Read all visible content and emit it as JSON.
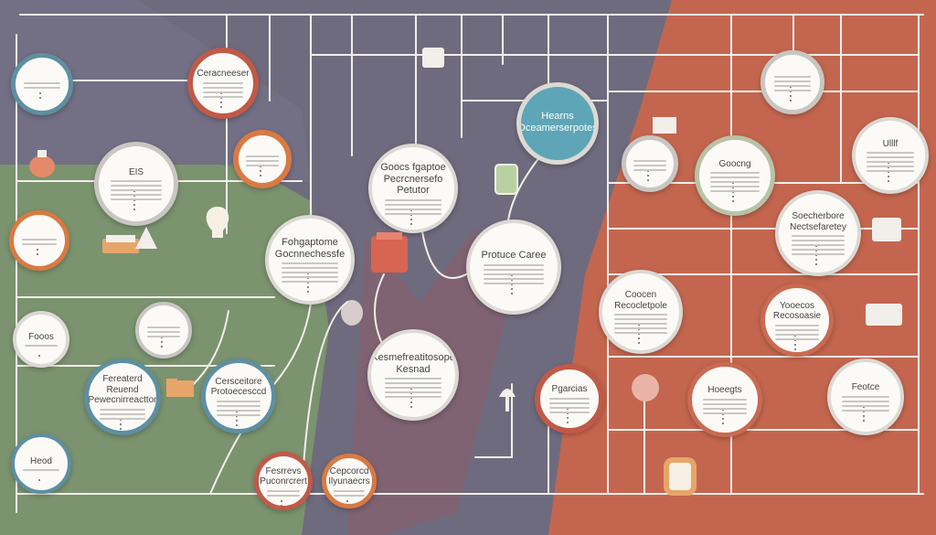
{
  "diagram": {
    "colors": {
      "purple_bg": "#6f6b7e",
      "green_region": "#7e9a6c",
      "orange_region": "#c4664f",
      "wire": "#f2efea",
      "ring_teal": "#5e8fa1",
      "ring_orange": "#d87a43",
      "ring_red": "#c05a48",
      "ring_grey": "#c9c6c2"
    },
    "nodes": {
      "n_top_left": "",
      "n_upper_left_orange": "Ceracneeser",
      "n_green_top": "EIS",
      "n_green_small": "",
      "n_orange_left": "",
      "n_main_left": "Fohgaptome Gocnnechessfe",
      "n_main_center": "Goocs fgaptoe Pecrcnersefo Petutor",
      "n_teal_center": "Hearns Oceamerserpotes",
      "n_process_center": "Protuce Caree",
      "n_bottom_center": "Kesmefreatitosope Kesnad",
      "n_red_bottom_center": "Pgarcias",
      "n_left_mid": "Fooos",
      "n_green_mid": "",
      "n_teal_left_bottom": "Fereaterd Reuend Pewecnirreacttor",
      "n_teal_green": "Cersceitore Protoecesccd",
      "n_bottom_left": "Heod",
      "n_bottom_red": "Fesrrevs Puconrcrert",
      "n_bottom_orange": "Cepcorcd Ilyunaecrs",
      "n_right_grey_top": "",
      "n_right_green": "Goocng",
      "n_right_grey": "",
      "n_right_top_far": "Ulllf",
      "n_right_mid": "Soecherbore Nectsefaretey",
      "n_right_mid2": "Coocen Recocletpole",
      "n_right_orange_mid": "Yooecos Recosoasie",
      "n_right_bottom_left": "Hoeegts",
      "n_right_bottom_right": "Feotce"
    }
  }
}
